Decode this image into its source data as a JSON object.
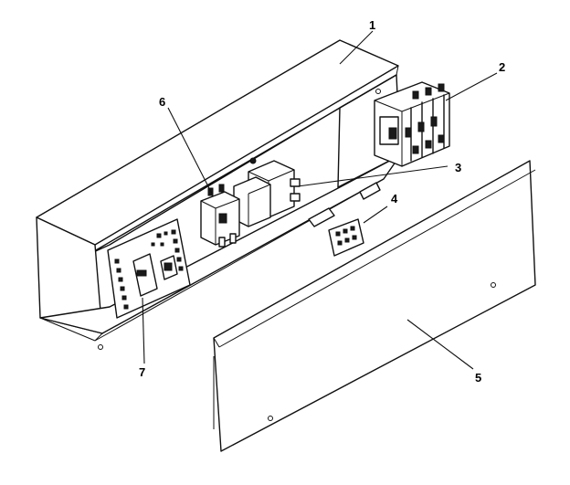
{
  "callouts": {
    "c1": "1",
    "c2": "2",
    "c3": "3",
    "c4": "4",
    "c5": "5",
    "c6": "6",
    "c7": "7"
  },
  "colors": {
    "line": "#111111",
    "background": "#ffffff"
  }
}
